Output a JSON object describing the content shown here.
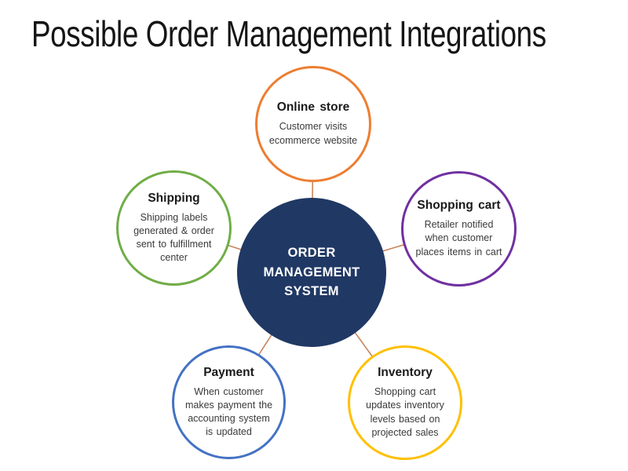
{
  "page": {
    "title": "Possible Order Management Integrations",
    "background": "#ffffff"
  },
  "diagram": {
    "center": {
      "label": "ORDER MANAGEMENT SYSTEM",
      "fill": "#203864",
      "text_color": "#ffffff"
    },
    "connector_color": "#c9845a",
    "nodes": [
      {
        "id": "online-store",
        "title": "Online store",
        "description": "Customer visits ecommerce website",
        "color": "#ED7D31"
      },
      {
        "id": "shopping-cart",
        "title": "Shopping cart",
        "description": "Retailer notified when customer places items in cart",
        "color": "#7030A0"
      },
      {
        "id": "shipping",
        "title": "Shipping",
        "description": "Shipping labels generated & order sent to fulfillment center",
        "color": "#70AD47"
      },
      {
        "id": "payment",
        "title": "Payment",
        "description": "When customer makes payment the accounting system is updated",
        "color": "#4472C4"
      },
      {
        "id": "inventory",
        "title": "Inventory",
        "description": "Shopping cart updates inventory levels based on projected sales",
        "color": "#FFC000"
      }
    ]
  }
}
